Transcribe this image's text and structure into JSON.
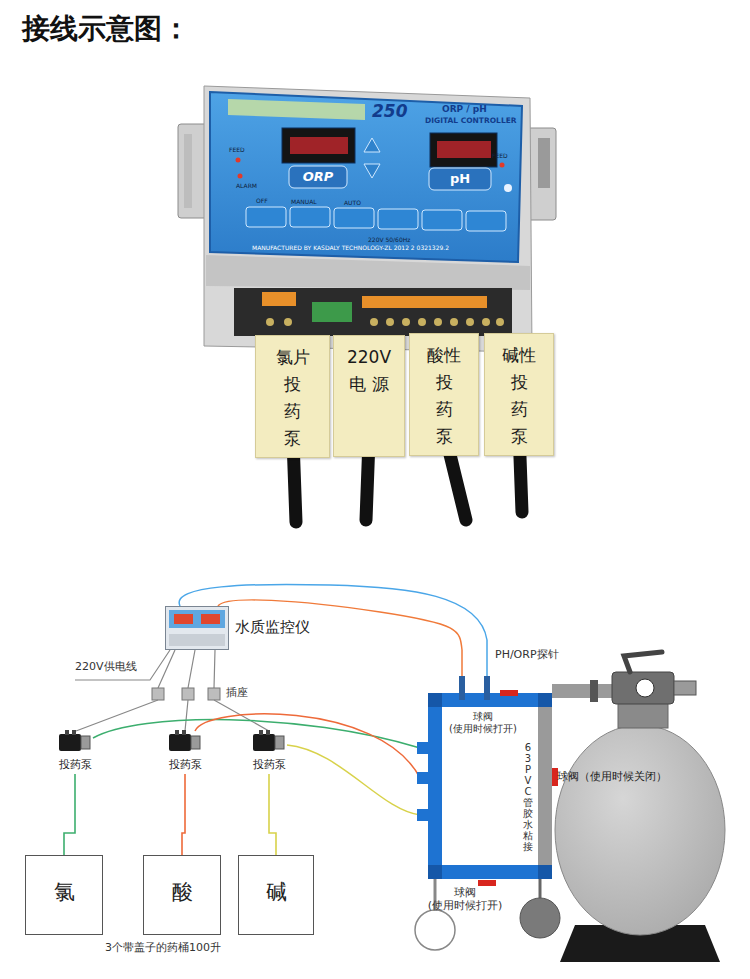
{
  "diagram": {
    "title": "接线示意图：",
    "nodes": [
      {
        "text": [
          "氯片 投 药 泵"
        ]
      },
      {
        "text": [
          "220V 电 源"
        ]
      },
      {
        "text": [
          "酸性 投 药 泵"
        ]
      },
      {
        "text": [
          "碱性 投 药 泵"
        ]
      },
      {
        "text": [
          "水质监控仪"
        ]
      },
      {
        "text": [
          "投药泵"
        ]
      },
      {
        "text": [
          "投药泵"
        ]
      },
      {
        "text": [
          "投药泵"
        ]
      },
      {
        "text": [
          "氯"
        ]
      },
      {
        "text": [
          "酸"
        ]
      },
      {
        "text": [
          "碱"
        ]
      }
    ],
    "edges": [
      {
        "from": 5,
        "to": 8,
        "arrow": "none"
      },
      {
        "from": 6,
        "to": 9,
        "arrow": "none"
      },
      {
        "from": 7,
        "to": 10,
        "arrow": "none"
      }
    ],
    "labels": [
      "250",
      "ORP / pH",
      "DIGITAL CONTROLLER",
      "FEED",
      "FEED",
      "ALARM",
      "ORP",
      "pH",
      "OFF",
      "MANUAL",
      "AUTO",
      "220V 50/60Hz",
      "MANUFACTURED BY KASDALY TECHNOLOGY-ZL 2012 2 0321329.2",
      "220V供电线",
      "插座",
      "PH/ORP探针",
      "球阀 (使用时候打开)",
      "63PVC管胶水粘接",
      "球阀（使用时候关闭）",
      "球阀 (使用时候打开)",
      "3个带盖子的药桶100升"
    ]
  }
}
